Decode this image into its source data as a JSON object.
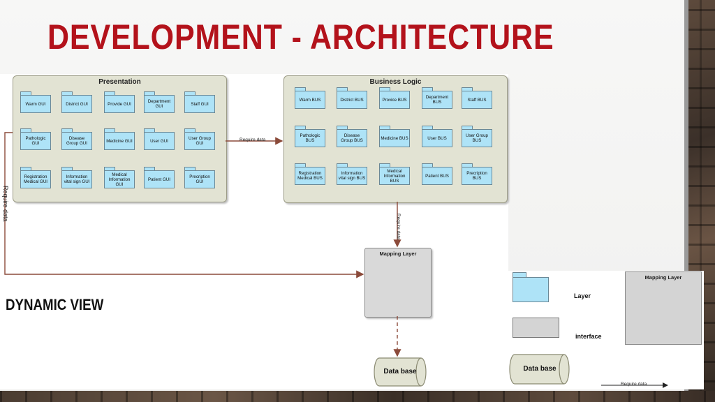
{
  "slide": {
    "title": "DEVELOPMENT - ARCHITECTURE",
    "subtitle": "DYNAMIC VIEW"
  },
  "diagram": {
    "presentation": {
      "title": "Presentation",
      "packages": [
        "Warm GUI",
        "District GUI",
        "Provide GUI",
        "Department GUI",
        "Staff GUI",
        "Pathologic GUI",
        "Disease Group GUI",
        "Medicine GUI",
        "User GUI",
        "User Group GUI",
        "Registration Medical GUI",
        "Information vital sign GUI",
        "Medical Information GUI",
        "Patient GUI",
        "Precription GUI"
      ]
    },
    "business": {
      "title": "Business Logic",
      "packages": [
        "Warm BUS",
        "District BUS",
        "Provice BUS",
        "Department BUS",
        "Staff BUS",
        "Pathologic BUS",
        "Disease Group BUS",
        "Medicine BUS",
        "User BUS",
        "User Group BUS",
        "Registration Medical BUS",
        "Information vital sign BUS",
        "Medical Information BUS",
        "Patient BUS",
        "Precription BUS"
      ]
    },
    "mapping_layer": "Mapping Layer",
    "database": "Data base",
    "edges": {
      "presentation_to_business": "Require data",
      "business_to_mapping": "Require data",
      "presentation_to_mapping": "Require data"
    }
  },
  "legend": {
    "layer": "Layer",
    "interface": "interface",
    "mapping_layer": "Mapping Layer",
    "database": "Data base",
    "require_data": "Require data"
  },
  "colors": {
    "title_red": "#b3121b",
    "package_blue": "#aee3f7",
    "layer_fill": "#e2e3d3",
    "interface_grey": "#d9d9d9",
    "arrow_brown": "#8b4a3a"
  }
}
